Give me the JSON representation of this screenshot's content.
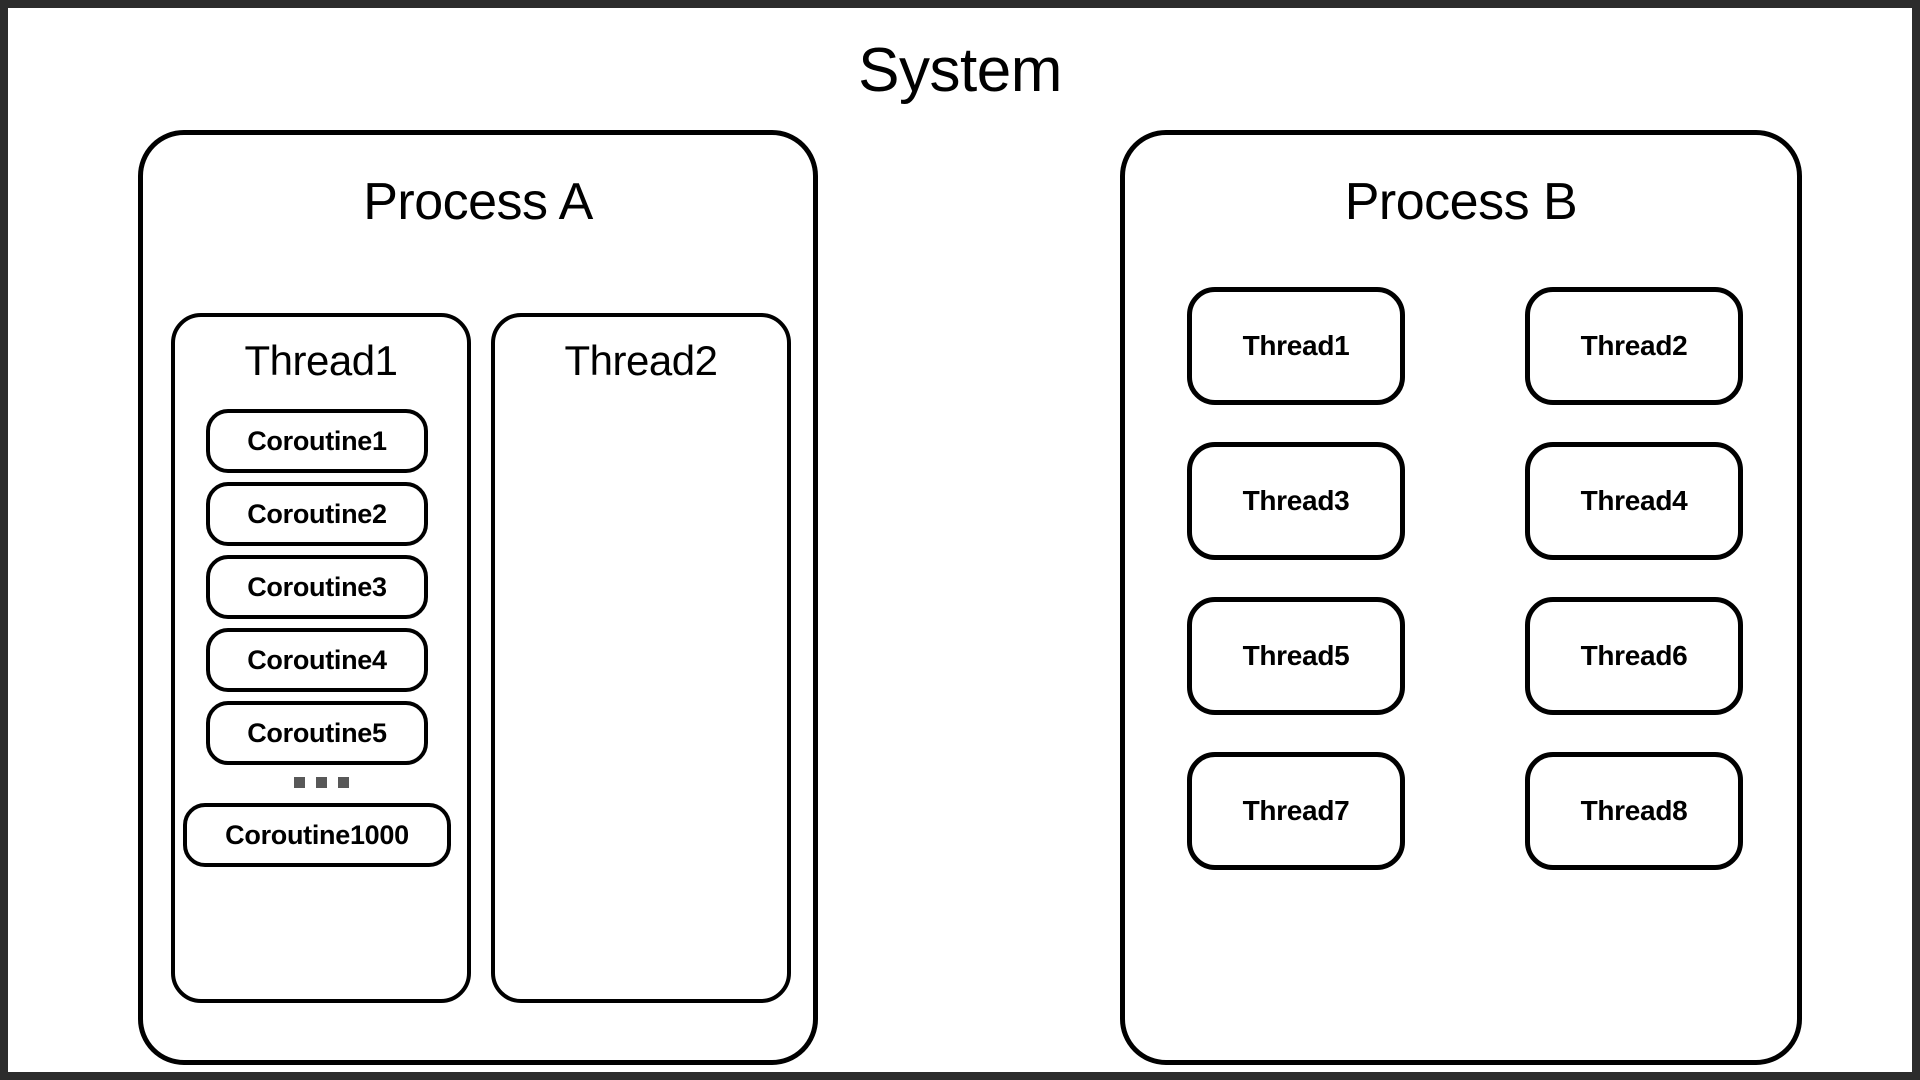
{
  "diagram": {
    "title": "System",
    "processes": [
      {
        "id": "process-a",
        "title": "Process A",
        "threads": [
          {
            "id": "thread-a1",
            "label": "Thread1",
            "coroutines": [
              "Coroutine1",
              "Coroutine2",
              "Coroutine3",
              "Coroutine4",
              "Coroutine5"
            ],
            "ellipsis": "...",
            "last_coroutine": "Coroutine1000"
          },
          {
            "id": "thread-a2",
            "label": "Thread2",
            "coroutines": []
          }
        ]
      },
      {
        "id": "process-b",
        "title": "Process B",
        "threads": [
          {
            "id": "thread-b1",
            "label": "Thread1"
          },
          {
            "id": "thread-b2",
            "label": "Thread2"
          },
          {
            "id": "thread-b3",
            "label": "Thread3"
          },
          {
            "id": "thread-b4",
            "label": "Thread4"
          },
          {
            "id": "thread-b5",
            "label": "Thread5"
          },
          {
            "id": "thread-b6",
            "label": "Thread6"
          },
          {
            "id": "thread-b7",
            "label": "Thread7"
          },
          {
            "id": "thread-b8",
            "label": "Thread8"
          }
        ]
      }
    ],
    "colors": {
      "frame": "#2c2c2c",
      "canvas": "#ffffff",
      "stroke": "#000000",
      "ellipsis_dot": "#585858"
    }
  }
}
